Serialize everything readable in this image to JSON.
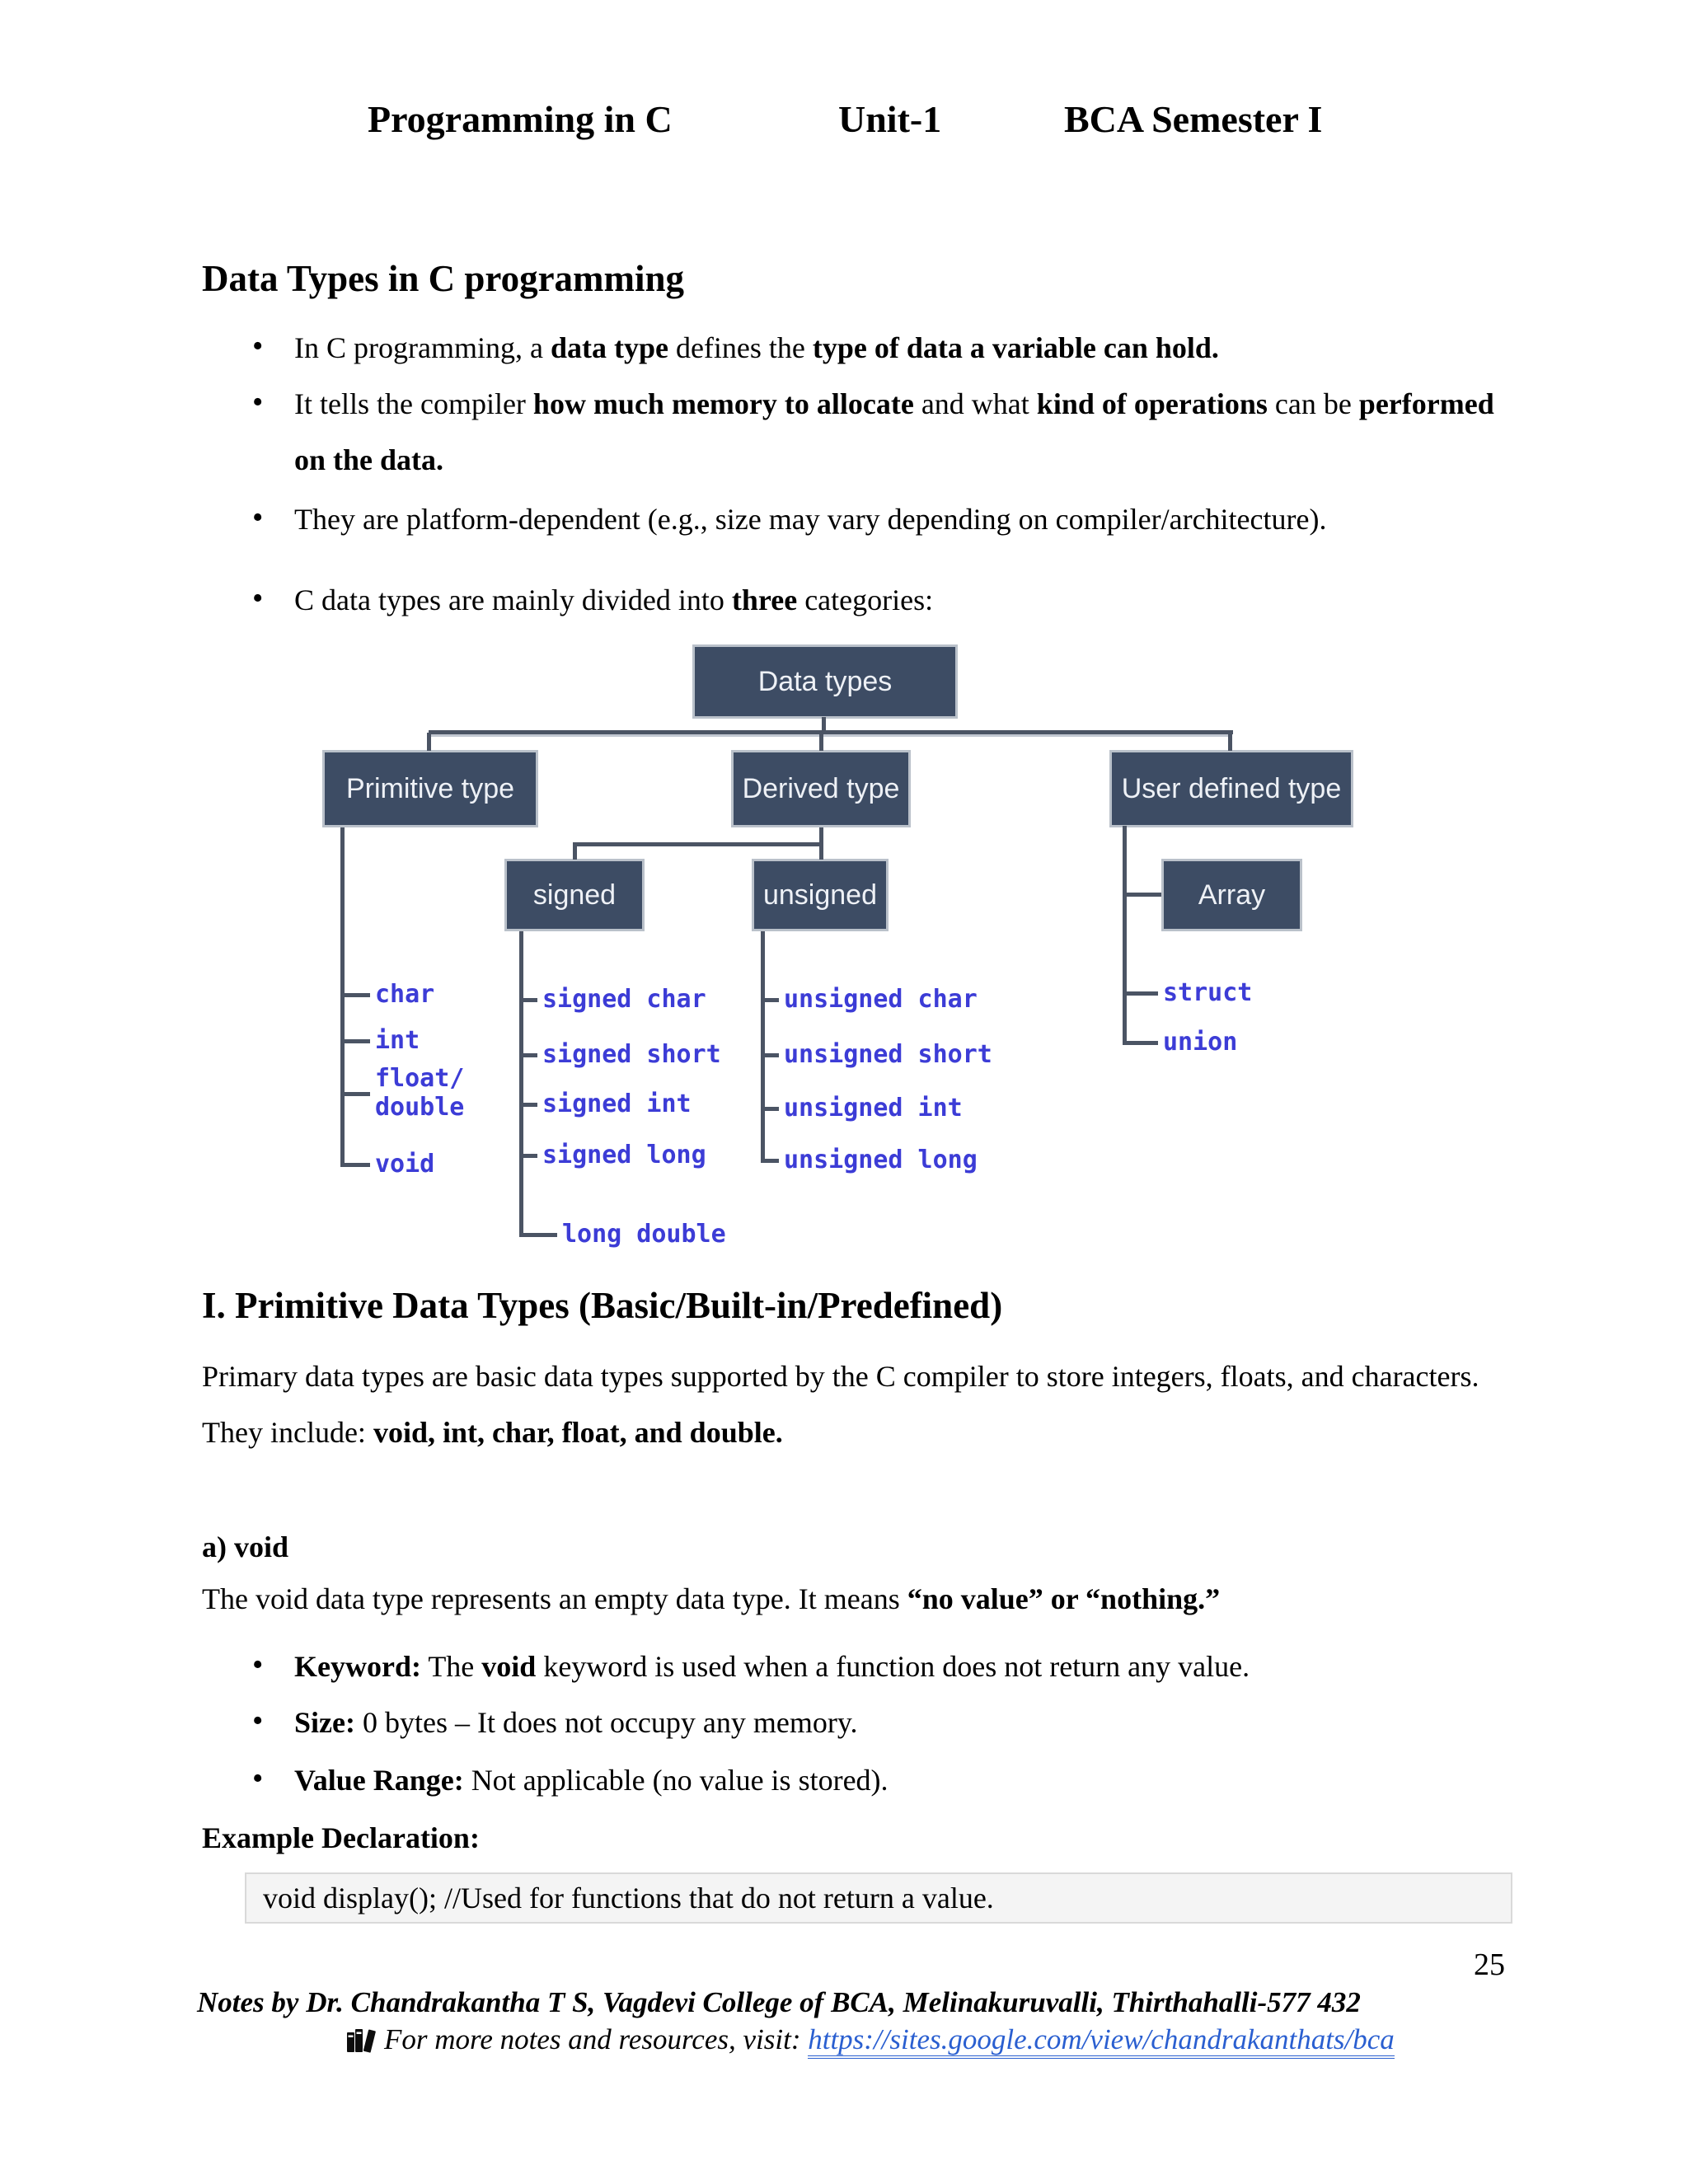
{
  "header": {
    "course": "Programming in C",
    "unit": "Unit-1",
    "semester": "BCA Semester I"
  },
  "intro": {
    "heading": "Data Types in C programming",
    "bullets": [
      [
        {
          "t": "In C programming, a "
        },
        {
          "t": "data type",
          "b": true
        },
        {
          "t": " defines the "
        },
        {
          "t": "type of data a variable can hold.",
          "b": true
        }
      ],
      [
        {
          "t": "It tells the compiler "
        },
        {
          "t": "how much memory to allocate",
          "b": true
        },
        {
          "t": " and what "
        },
        {
          "t": "kind of operations",
          "b": true
        },
        {
          "t": " can be "
        },
        {
          "t": "performed on the data.",
          "b": true
        }
      ],
      [
        {
          "t": "They are platform-dependent (e.g., size may vary depending on compiler/architecture)."
        }
      ],
      [
        {
          "t": "C data types are mainly divided into "
        },
        {
          "t": "three",
          "b": true
        },
        {
          "t": " categories:"
        }
      ]
    ]
  },
  "diagram": {
    "root": "Data types",
    "branches": [
      "Primitive type",
      "Derived type",
      "User defined type"
    ],
    "sub_boxes": [
      "signed",
      "unsigned",
      "Array"
    ],
    "primitive_leaves": [
      "char",
      "int",
      "float/\ndouble",
      "void"
    ],
    "signed_leaves": [
      "signed char",
      "signed short",
      "signed int",
      "signed long",
      "long double"
    ],
    "unsigned_leaves": [
      "unsigned char",
      "unsigned short",
      "unsigned int",
      "unsigned long"
    ],
    "user_defined_leaves": [
      "struct",
      "union"
    ],
    "colors": {
      "box_bg": "#3d4c64",
      "box_border": "#bac1ca",
      "line": "#4b5464",
      "leaf_text": "#3c3cd6"
    }
  },
  "primitive_section": {
    "heading": "I. Primitive Data Types (Basic/Built-in/Predefined)",
    "intro": [
      {
        "t": "Primary data types are basic data types supported by the C compiler to store integers, floats, and characters. They include: "
      },
      {
        "t": "void, int, char, float, and double.",
        "b": true
      }
    ],
    "void_heading": "a) void",
    "void_intro": [
      {
        "t": "The void data type represents an empty data type. It means "
      },
      {
        "t": "“no value” or “nothing.”",
        "b": true
      }
    ],
    "void_bullets": [
      [
        {
          "t": "Keyword:",
          "b": true
        },
        {
          "t": " The "
        },
        {
          "t": "void",
          "b": true
        },
        {
          "t": " keyword is used when a function does not return any value."
        }
      ],
      [
        {
          "t": "Size:",
          "b": true
        },
        {
          "t": " 0 bytes – It does not occupy any memory."
        }
      ],
      [
        {
          "t": "Value Range:",
          "b": true
        },
        {
          "t": " Not applicable (no value is stored)."
        }
      ]
    ],
    "example_label": "Example Declaration:",
    "example_code": "void display(); //Used for functions that do not return a value."
  },
  "footer": {
    "page_number": "25",
    "credit": "Notes by Dr. Chandrakantha T S, Vagdevi College of BCA, Melinakuruvalli, Thirthahalli-577 432",
    "more_prefix": "For more notes and resources, visit: ",
    "link": "https://sites.google.com/view/chandrakanthats/bca",
    "icon": "books-icon"
  }
}
